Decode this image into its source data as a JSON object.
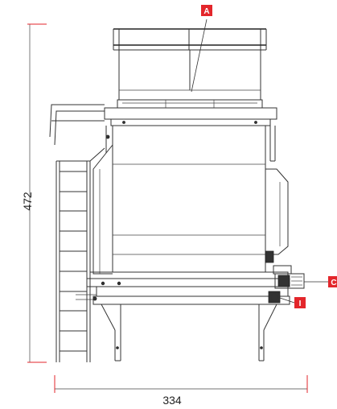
{
  "dimensions": {
    "height": "472",
    "width": "334"
  },
  "callouts": {
    "a": "A",
    "c": "C",
    "i": "I"
  },
  "colors": {
    "callout_red": "#e3262b",
    "dimension_line_red": "#e3262b",
    "line_dark": "#333333"
  }
}
